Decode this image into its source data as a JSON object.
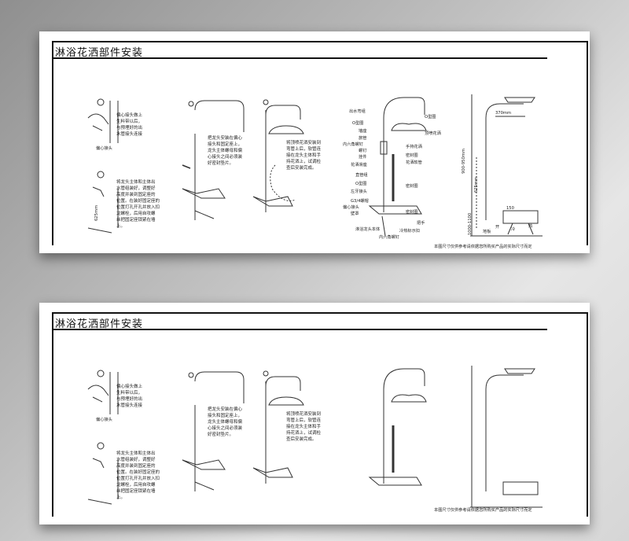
{
  "panels": [
    {
      "title": "淋浴花洒部件安装",
      "step1_text": "偏心接头做上\n生料带以后，\n与预埋好的出\n水管接头连接",
      "step1_label": "偏心接头",
      "step2_text": "将龙头主体和主体出\n水管组装好，调整好\n高度并装到固定座的\n位置。在装好固定座的\n位置打孔开孔并放入扣\n龙螺栓，后用自攻螺\n丝把固定座锁紧在墙\n上。",
      "step2_dim": "625mm",
      "step3_text": "把龙头安装在偏心\n接头和固定座上，\n龙头主体螺母和偏\n心接头之间必须装\n好密封垫片。",
      "step4_text": "将顶喷花洒安装到\n弯管上后，软管连\n接在龙头主体和手\n持花洒上，试调检\n查后安装完成。",
      "parts_left": [
        "出水弯组",
        "O型圈",
        "墙座",
        "旅管",
        "内六角螺钉",
        "螺钉",
        "挂件",
        "花洒滑座",
        "直管组",
        "O型圈",
        "左牙接头",
        "G3/4螺帽",
        "偏心接头",
        "壁罩",
        "淋浴龙头本体"
      ],
      "parts_right": [
        "O型圈",
        "顶喷花洒",
        "手持花洒",
        "密封圈",
        "花洒软管",
        "密封圈",
        "密封圈",
        "把手",
        "冷热标示扣"
      ],
      "parts_bottom": "内六角螺钉",
      "dims": {
        "top": "370mm",
        "height": "900-950mm",
        "riser": "1000-1100",
        "spacing": "150",
        "floor": "地板",
        "hot": "热",
        "cold": "冷",
        "open": "开",
        "pipe": "625mm"
      },
      "footnote": "本图尺寸仅供参考请依据您所购买产品的实际尺寸而定"
    },
    {
      "title": "淋浴花洒部件安装",
      "footnote": "本图尺寸仅供参考请依据您所购买产品的实际尺寸而定"
    }
  ]
}
